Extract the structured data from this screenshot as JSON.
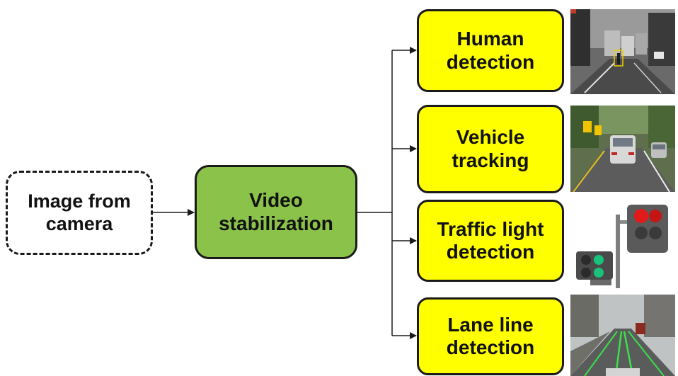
{
  "input": {
    "label": "Image from\ncamera"
  },
  "stabilization": {
    "label": "Video\nstabilization"
  },
  "tasks": [
    {
      "label": "Human\ndetection"
    },
    {
      "label": "Vehicle\ntracking"
    },
    {
      "label": "Traffic light\ndetection"
    },
    {
      "label": "Lane line\ndetection"
    }
  ],
  "thumbnails": [
    {
      "icon": "street-scene-grayscale-photo"
    },
    {
      "icon": "road-with-cars-photo"
    },
    {
      "icon": "traffic-light-illustration"
    },
    {
      "icon": "lane-lines-road-photo"
    }
  ],
  "colors": {
    "stabilization_fill": "#8bc34a",
    "task_fill": "#ffff00",
    "stroke": "#1a1a1a"
  }
}
